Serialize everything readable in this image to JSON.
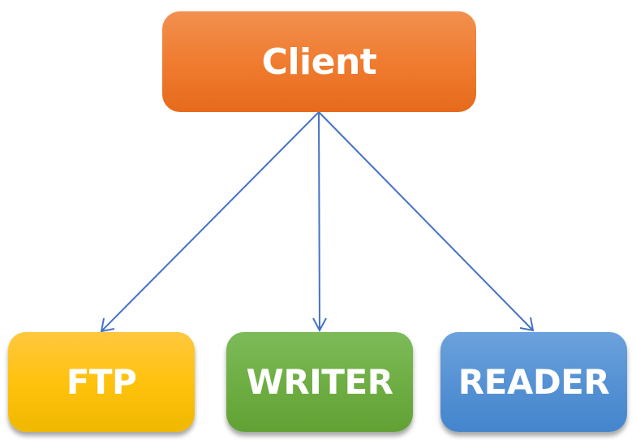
{
  "diagram": {
    "type": "tree",
    "root": {
      "id": "client",
      "label": "Client",
      "color": "#EE7A2E"
    },
    "children": [
      {
        "id": "ftp",
        "label": "FTP",
        "color": "#FFC20E"
      },
      {
        "id": "writer",
        "label": "WRITER",
        "color": "#70AD47"
      },
      {
        "id": "reader",
        "label": "READER",
        "color": "#5B9BD5"
      }
    ],
    "edges": [
      {
        "from": "client",
        "to": "ftp"
      },
      {
        "from": "client",
        "to": "writer"
      },
      {
        "from": "client",
        "to": "reader"
      }
    ],
    "edge_color": "#4472C4"
  }
}
